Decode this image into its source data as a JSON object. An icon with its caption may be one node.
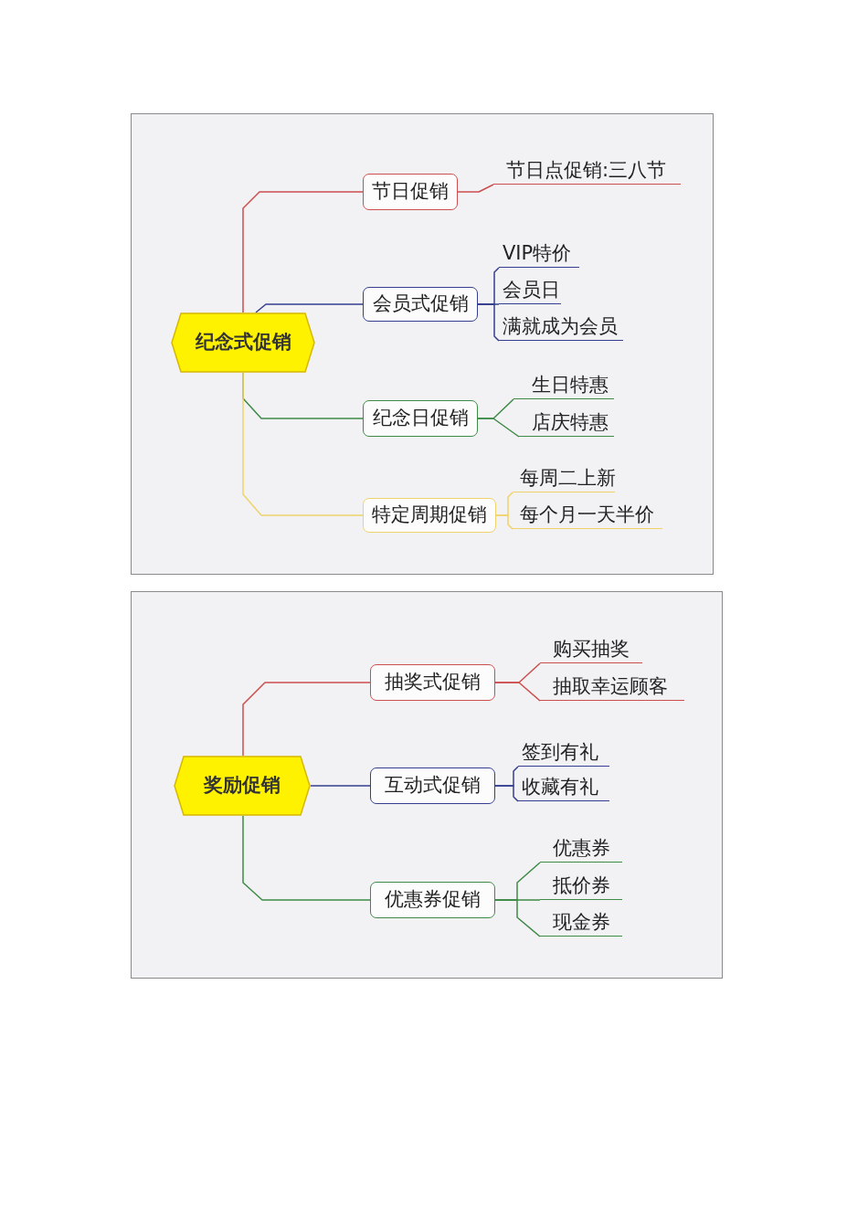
{
  "diagram": {
    "nodes": [
      {
        "text": [
          "纪念式促销"
        ]
      },
      {
        "text": [
          "节日促销"
        ]
      },
      {
        "text": [
          "节日点促销:三八节"
        ]
      },
      {
        "text": [
          "会员式促销"
        ]
      },
      {
        "text": [
          "VIP特价"
        ]
      },
      {
        "text": [
          "会员日"
        ]
      },
      {
        "text": [
          "满就成为会员"
        ]
      },
      {
        "text": [
          "纪念日促销"
        ]
      },
      {
        "text": [
          "生日特惠"
        ]
      },
      {
        "text": [
          "店庆特惠"
        ]
      },
      {
        "text": [
          "特定周期促销"
        ]
      },
      {
        "text": [
          "每周二上新"
        ]
      },
      {
        "text": [
          "每个月一天半价"
        ]
      },
      {
        "text": [
          "奖励促销"
        ]
      },
      {
        "text": [
          "抽奖式促销"
        ]
      },
      {
        "text": [
          "购买抽奖"
        ]
      },
      {
        "text": [
          "抽取幸运顾客"
        ]
      },
      {
        "text": [
          "互动式促销"
        ]
      },
      {
        "text": [
          "签到有礼"
        ]
      },
      {
        "text": [
          "收藏有礼"
        ]
      },
      {
        "text": [
          "优惠券促销"
        ]
      },
      {
        "text": [
          "优惠券"
        ]
      },
      {
        "text": [
          "抵价券"
        ]
      },
      {
        "text": [
          "现金券"
        ]
      }
    ],
    "edges": [
      {
        "from": 0,
        "to": 1,
        "arrow": "none",
        "color": "#cc4f4f"
      },
      {
        "from": 1,
        "to": 2,
        "arrow": "none",
        "color": "#cc4f4f"
      },
      {
        "from": 0,
        "to": 3,
        "arrow": "none",
        "color": "#343f8f"
      },
      {
        "from": 3,
        "to": 4,
        "arrow": "none",
        "color": "#343f8f"
      },
      {
        "from": 3,
        "to": 5,
        "arrow": "none",
        "color": "#343f8f"
      },
      {
        "from": 3,
        "to": 6,
        "arrow": "none",
        "color": "#343f8f"
      },
      {
        "from": 0,
        "to": 7,
        "arrow": "none",
        "color": "#3e8a46"
      },
      {
        "from": 7,
        "to": 8,
        "arrow": "none",
        "color": "#3e8a46"
      },
      {
        "from": 7,
        "to": 9,
        "arrow": "none",
        "color": "#3e8a46"
      },
      {
        "from": 0,
        "to": 10,
        "arrow": "none",
        "color": "#efd36a"
      },
      {
        "from": 10,
        "to": 11,
        "arrow": "none",
        "color": "#efd36a"
      },
      {
        "from": 10,
        "to": 12,
        "arrow": "none",
        "color": "#efd36a"
      },
      {
        "from": 13,
        "to": 14,
        "arrow": "none",
        "color": "#cc4f4f"
      },
      {
        "from": 14,
        "to": 15,
        "arrow": "none",
        "color": "#cc4f4f"
      },
      {
        "from": 14,
        "to": 16,
        "arrow": "none",
        "color": "#cc4f4f"
      },
      {
        "from": 13,
        "to": 17,
        "arrow": "none",
        "color": "#343f8f"
      },
      {
        "from": 17,
        "to": 18,
        "arrow": "none",
        "color": "#343f8f"
      },
      {
        "from": 17,
        "to": 19,
        "arrow": "none",
        "color": "#343f8f"
      },
      {
        "from": 13,
        "to": 20,
        "arrow": "none",
        "color": "#3e8a46"
      },
      {
        "from": 20,
        "to": 21,
        "arrow": "none",
        "color": "#3e8a46"
      },
      {
        "from": 20,
        "to": 22,
        "arrow": "none",
        "color": "#3e8a46"
      },
      {
        "from": 20,
        "to": 23,
        "arrow": "none",
        "color": "#3e8a46"
      }
    ]
  }
}
